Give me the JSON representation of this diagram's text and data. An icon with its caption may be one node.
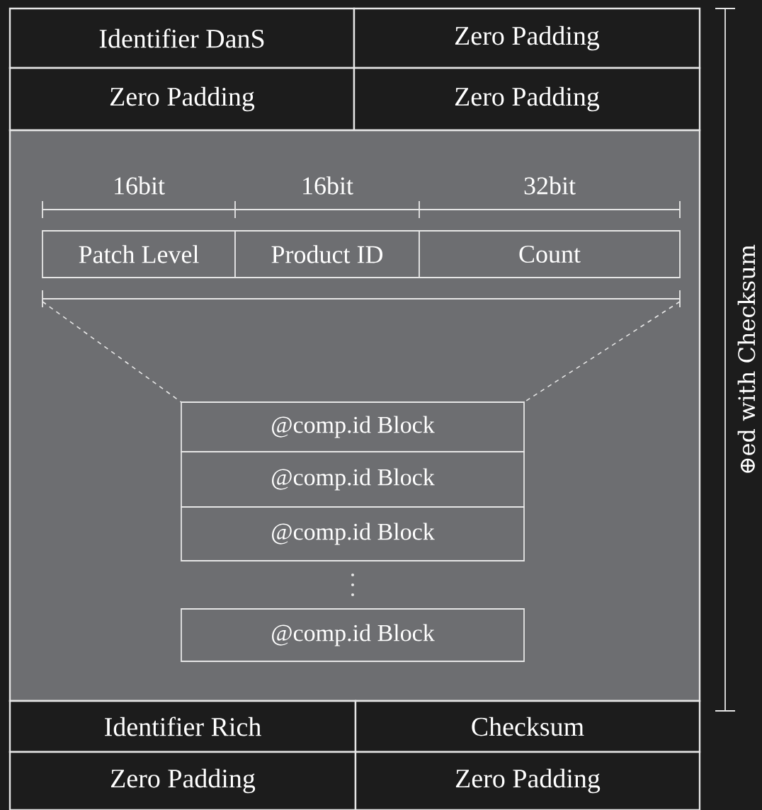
{
  "diagram": {
    "nodes": [
      {
        "text": [
          "Identifier DanS"
        ]
      },
      {
        "text": [
          "Zero Padding"
        ]
      },
      {
        "text": [
          "Zero Padding"
        ]
      },
      {
        "text": [
          "Zero Padding"
        ]
      },
      {
        "text": [],
        "shape": "box"
      },
      {
        "text": [
          "Patch Level"
        ],
        "in": 4
      },
      {
        "text": [
          "Product ID"
        ],
        "in": 4
      },
      {
        "text": [
          "Count"
        ],
        "in": 4
      },
      {
        "text": [
          "@comp.id Block"
        ],
        "in": 4
      },
      {
        "text": [
          "@comp.id Block"
        ],
        "in": 4
      },
      {
        "text": [
          "@comp.id Block"
        ],
        "in": 4
      },
      {
        "text": [
          "@comp.id Block"
        ],
        "in": 4
      },
      {
        "text": [
          "Identifier Rich"
        ]
      },
      {
        "text": [
          "Checksum"
        ]
      },
      {
        "text": [
          "Zero Padding"
        ]
      },
      {
        "text": [
          "Zero Padding"
        ]
      }
    ],
    "labels": [
      "16bit",
      "16bit",
      "32bit",
      "⊕ed with Checksum"
    ]
  }
}
